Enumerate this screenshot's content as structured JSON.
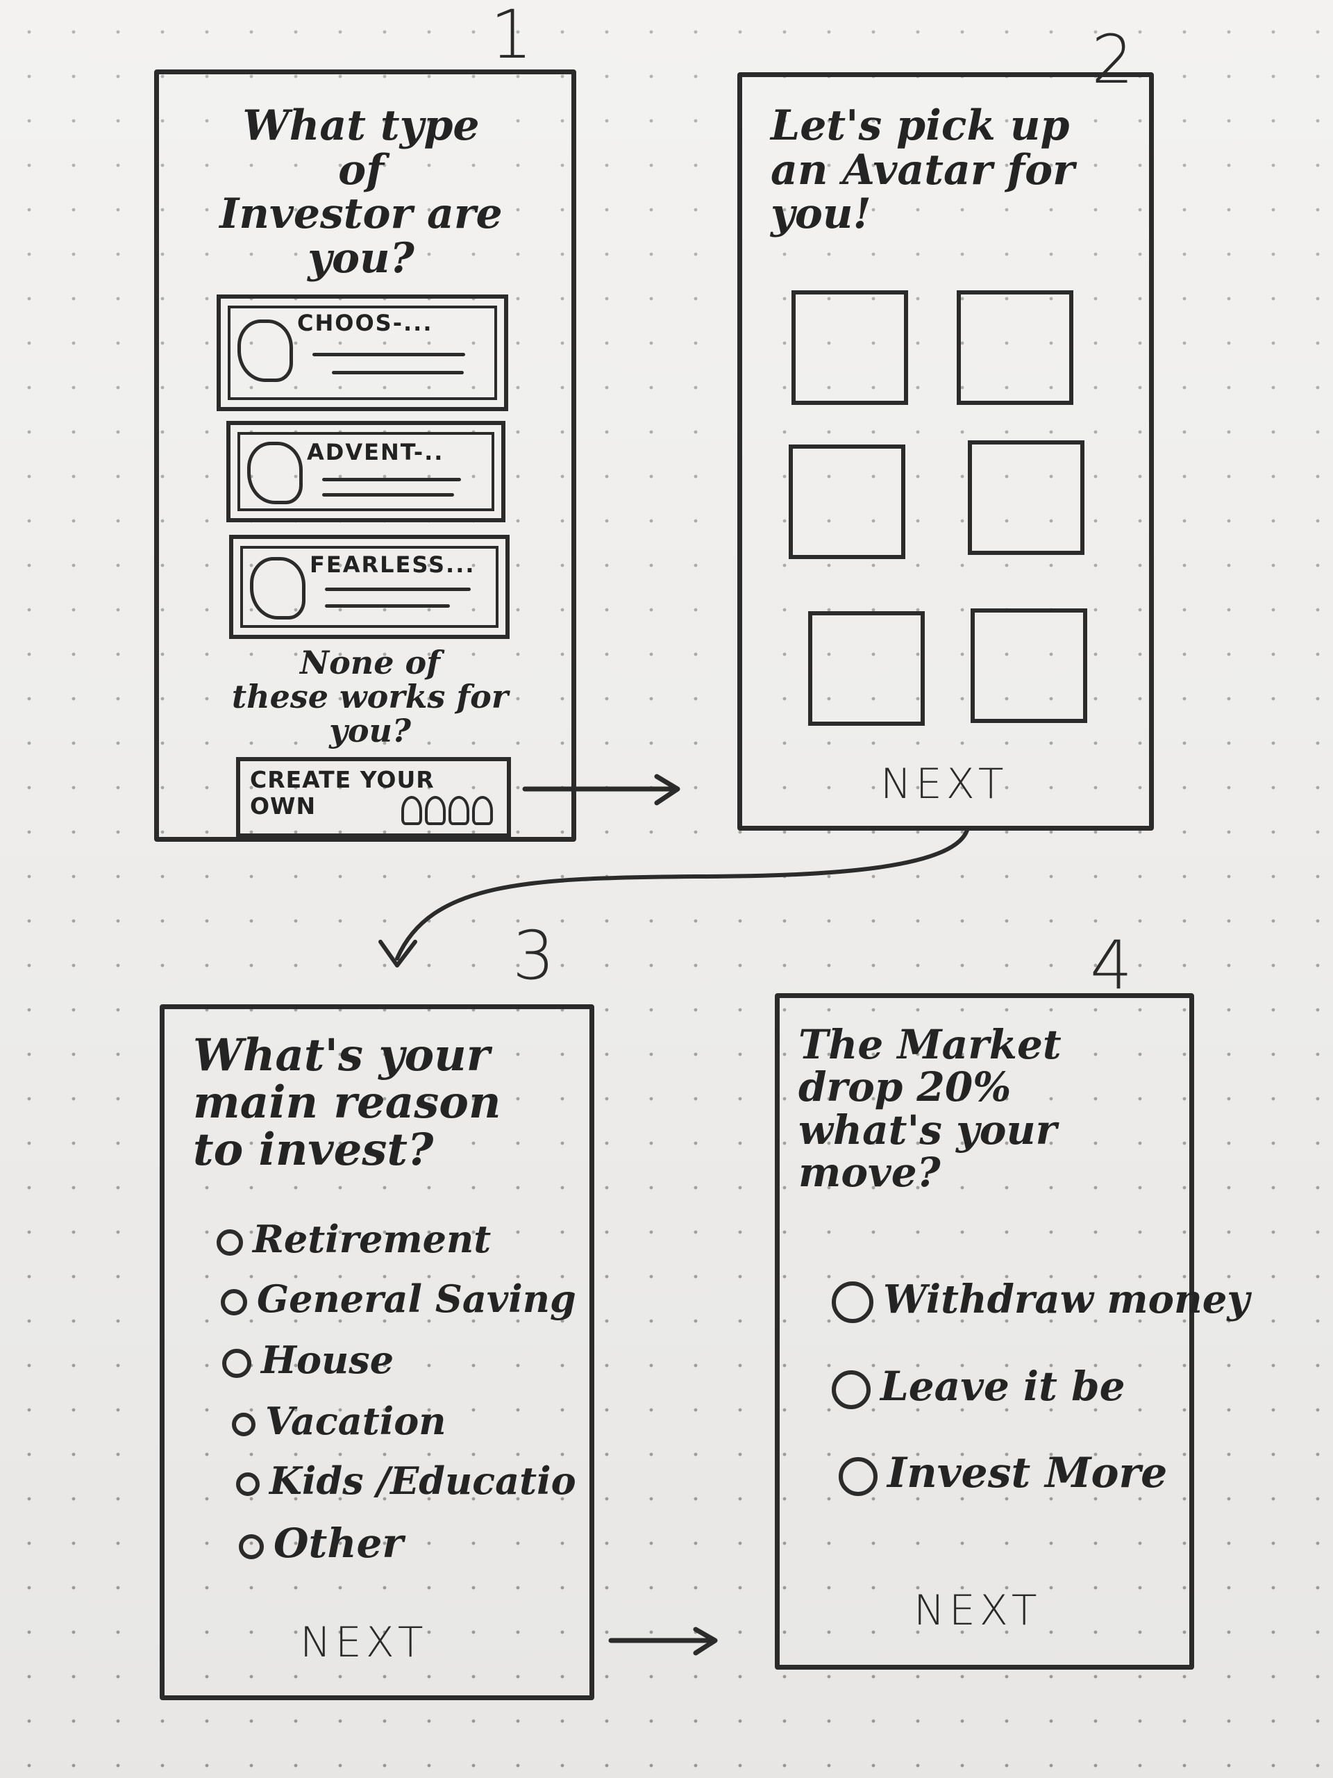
{
  "screens": {
    "s1": {
      "number": "1",
      "question": "What type of\nInvestor are\nyou?",
      "cards": [
        {
          "label": "CHOOS-..."
        },
        {
          "label": "ADVENT-.."
        },
        {
          "label": "FEARLESS..."
        }
      ],
      "none_text": "None of\nthese works for\nyou?",
      "create_label": "CREATE YOUR\nOWN"
    },
    "s2": {
      "number": "2",
      "title": "Let's pick up\nan Avatar for\nyou!",
      "next": "NEXT"
    },
    "s3": {
      "number": "3",
      "question": "What's your\nmain reason\nto invest?",
      "options": [
        "Retirement",
        "General Saving",
        "House",
        "Vacation",
        "Kids /Educatio",
        "Other"
      ],
      "next": "NEXT"
    },
    "s4": {
      "number": "4",
      "question": "The Market\ndrop 20%\nwhat's your\nmove?",
      "options": [
        "Withdraw money",
        "Leave it be",
        "Invest More"
      ],
      "next": "NEXT"
    }
  },
  "colors": {
    "ink": "#2b2b2b",
    "paper": "#efeeec",
    "dots": "#9b9b99"
  }
}
